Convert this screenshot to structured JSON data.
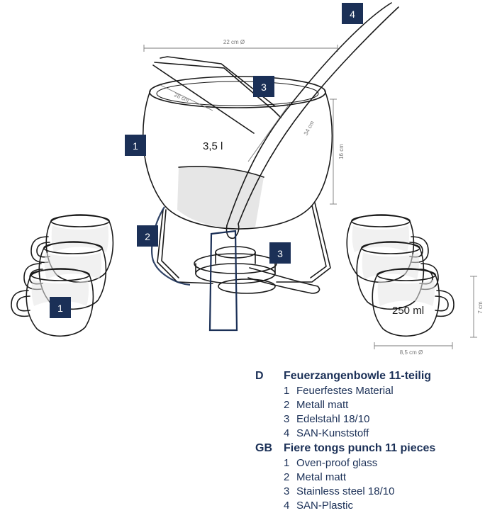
{
  "diagram": {
    "dimensions": {
      "bowl_diameter": "22 cm Ø",
      "tray_length": "28 cm",
      "ladle_length": "34 cm",
      "bowl_height": "16 cm",
      "mug_height": "7 cm",
      "mug_diameter": "8,5 cm Ø"
    },
    "capacities": {
      "bowl": "3,5 l",
      "mug": "250 ml"
    },
    "badges": {
      "bowl": "1",
      "mug": "1",
      "stand": "2",
      "tray": "3",
      "burner": "3",
      "ladle": "4"
    }
  },
  "legend": {
    "sections": [
      {
        "code": "D",
        "title": "Feuerzangenbowle 11-teilig",
        "items": [
          {
            "num": "1",
            "text": "Feuerfestes Material"
          },
          {
            "num": "2",
            "text": "Metall matt"
          },
          {
            "num": "3",
            "text": "Edelstahl 18/10"
          },
          {
            "num": "4",
            "text": "SAN-Kunststoff"
          }
        ]
      },
      {
        "code": "GB",
        "title": "Fiere tongs punch 11 pieces",
        "items": [
          {
            "num": "1",
            "text": "Oven-proof glass"
          },
          {
            "num": "2",
            "text": "Metal matt"
          },
          {
            "num": "3",
            "text": "Stainless steel 18/10"
          },
          {
            "num": "4",
            "text": "SAN-Plastic"
          }
        ]
      }
    ]
  }
}
